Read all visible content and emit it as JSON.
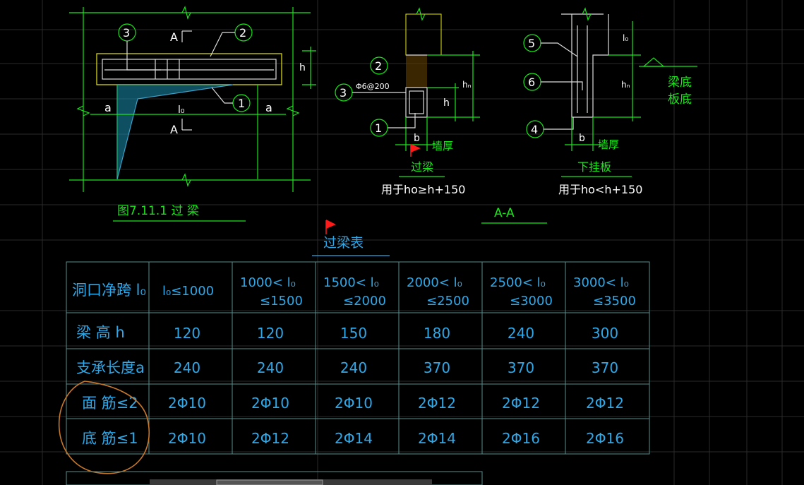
{
  "drawing": {
    "fig_title": "图7.11.1  过  梁",
    "section_label": "A-A",
    "table_title": "过梁表",
    "section_mark": "A",
    "label_a": "a",
    "label_l0": "l₀",
    "label_h": "h",
    "label_b": "b",
    "label_hn": "hₙ",
    "label_l0v": "l₀",
    "bubble_1": "1",
    "bubble_2": "2",
    "bubble_3": "3",
    "bubble_4": "4",
    "bubble_5": "5",
    "bubble_6": "6",
    "stirrup_label": "Φ6@200",
    "wall_thick_1": "墙厚",
    "wall_thick_2": "墙厚",
    "beam_type_1": "过梁",
    "beam_type_2": "下挂板",
    "use_1": "用于ho≥h+150",
    "use_2": "用于ho<h+150",
    "beam_bottom": "梁底",
    "slab_bottom": "板底"
  },
  "table": {
    "row_headers": [
      "洞口净跨  l₀",
      "梁 高  h",
      "支承长度a",
      "面 筋≤2",
      "底 筋≤1"
    ],
    "col_headers": [
      [
        "l₀≤1000",
        ""
      ],
      [
        "1000<  l₀",
        "≤1500"
      ],
      [
        "1500<  l₀",
        "≤2000"
      ],
      [
        "2000<  l₀",
        "≤2500"
      ],
      [
        "2500<  l₀",
        "≤3000"
      ],
      [
        "3000<  l₀",
        "≤3500"
      ]
    ],
    "rows": [
      [
        "120",
        "120",
        "150",
        "180",
        "240",
        "300"
      ],
      [
        "240",
        "240",
        "240",
        "370",
        "370",
        "370"
      ],
      [
        "2Φ10",
        "2Φ10",
        "2Φ10",
        "2Φ12",
        "2Φ12",
        "2Φ12"
      ],
      [
        "2Φ10",
        "2Φ12",
        "2Φ14",
        "2Φ14",
        "2Φ16",
        "2Φ16"
      ]
    ]
  },
  "colors": {
    "background": "#000000",
    "linework": "#19e619",
    "table_text": "#2ea8e8",
    "annotation": "#c8782a",
    "marker": "#ff1a1a"
  }
}
